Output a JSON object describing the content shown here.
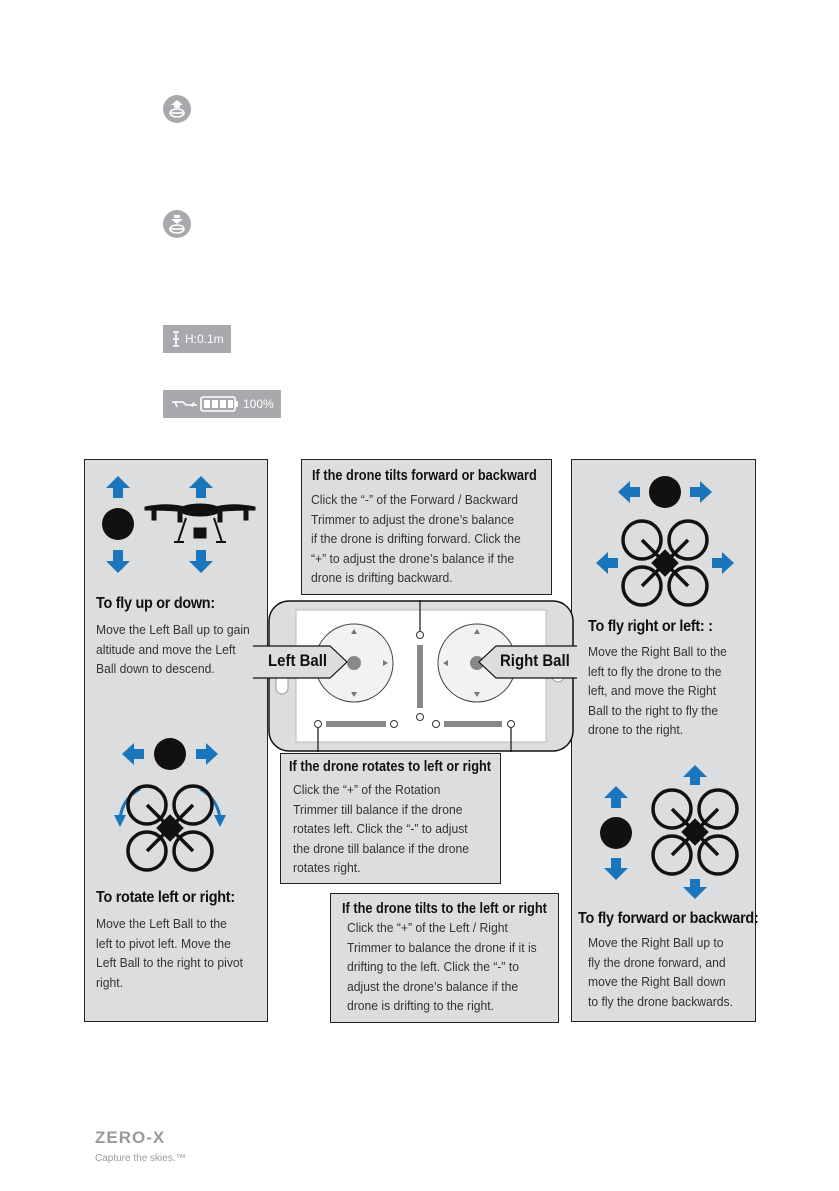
{
  "status_icons": {
    "takeoff_icon": "takeoff-icon",
    "landing_icon": "landing-icon",
    "height": "H:0.1m",
    "battery": "100%"
  },
  "left_panel": {
    "top_title": "To fly up or down:",
    "top_body": [
      "Move the Left Ball up to gain",
      "altitude and move the Left",
      "Ball down to descend."
    ],
    "bottom_title": "To rotate left or right:",
    "bottom_body": [
      "Move the Left Ball to the",
      "left to pivot left. Move the",
      "Left Ball to the right to pivot",
      "right."
    ]
  },
  "right_panel": {
    "top_title": "To fly right or left: :",
    "top_body": [
      "Move the Right Ball to the",
      "left to fly the drone to the",
      "left, and move the Right",
      "Ball to the right to fly the",
      "drone to the right."
    ],
    "bottom_title": "To fly forward or backward:",
    "bottom_body": [
      "Move the Right Ball up to",
      "fly the drone forward, and",
      "move the Right Ball down",
      "to fly the drone backwards."
    ]
  },
  "callout_top": {
    "title": "If the drone tilts forward or backward",
    "body": [
      "Click the “-” of the Forward / Backward",
      "Trimmer to adjust the drone’s balance",
      "if the drone is drifting forward. Click the",
      "“+” to adjust the drone’s balance if the",
      "drone is drifting backward."
    ]
  },
  "callout_rotate": {
    "title": "If the drone rotates to left or right",
    "body": [
      "Click the “+” of the Rotation",
      "Trimmer till balance if the drone",
      "rotates left. Click the “-” to adjust",
      "the drone till balance if the drone",
      "rotates right."
    ]
  },
  "callout_tilt": {
    "title": "If the drone tilts to the left or right",
    "body": [
      "Click the “+” of the Left / Right",
      "Trimmer to balance the drone if it is",
      "drifting to the left. Click the “-” to",
      "adjust the drone’s balance if the",
      "drone is drifting to the right."
    ]
  },
  "tags": {
    "left_ball": "Left Ball",
    "right_ball": "Right Ball"
  },
  "footer": {
    "logo": "ZERO-X",
    "tagline": "Capture the skies.™"
  },
  "colors": {
    "arrow_blue": "#1a75bb",
    "panel_gray": "#dcdddf",
    "icon_gray": "#a7a9ac"
  }
}
